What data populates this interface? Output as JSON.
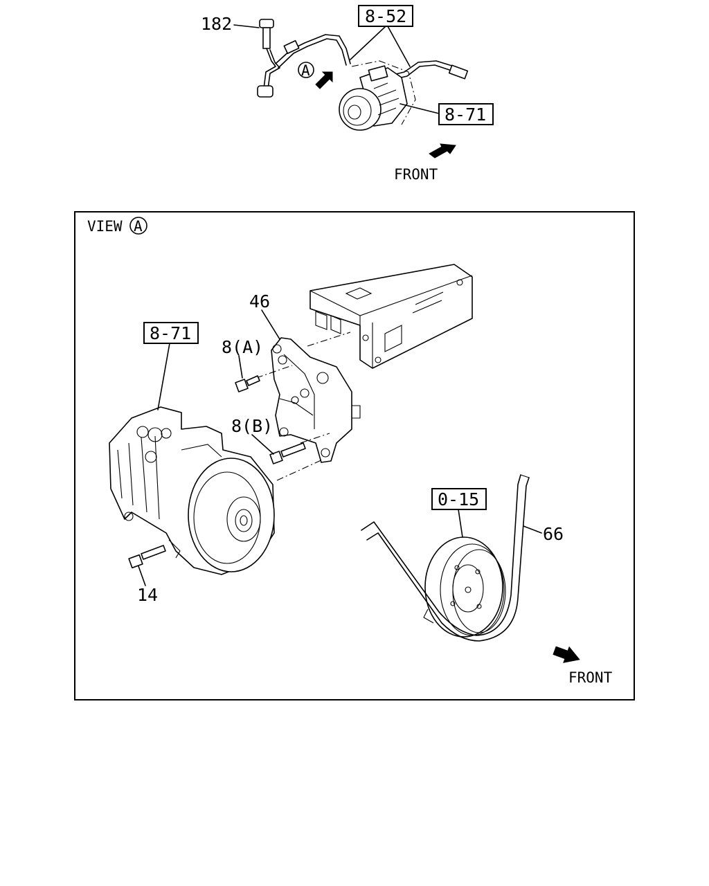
{
  "top": {
    "label_182": "182",
    "ref_8_52": "8-52",
    "ref_8_71": "8-71",
    "view_marker": "A",
    "front": "FRONT"
  },
  "view": {
    "title": "VIEW",
    "marker": "A",
    "label_46": "46",
    "label_8a": "8(A)",
    "label_8b": "8(B)",
    "ref_8_71": "8-71",
    "ref_0_15": "0-15",
    "label_66": "66",
    "label_14": "14",
    "front": "FRONT"
  }
}
